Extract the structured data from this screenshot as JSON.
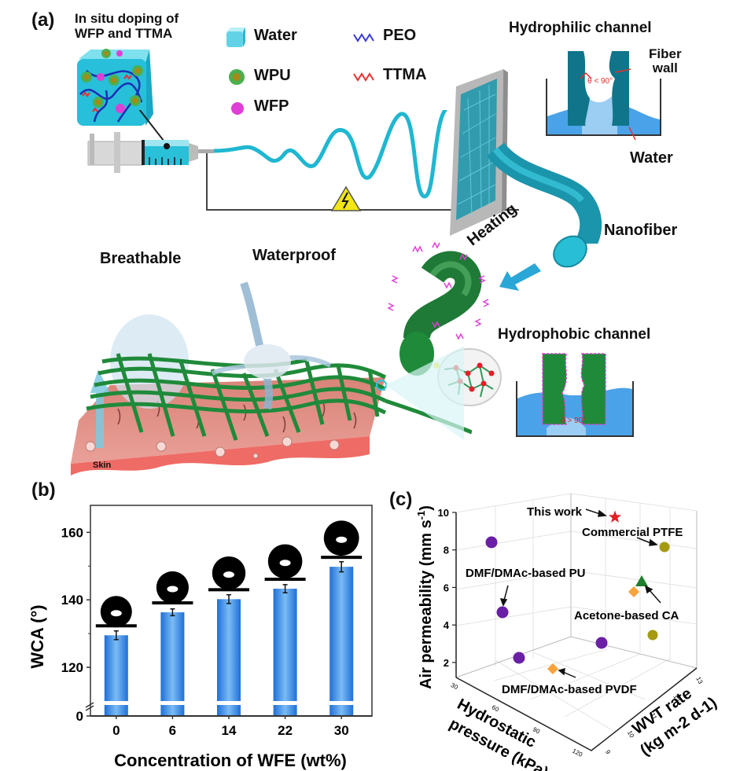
{
  "panel_a": {
    "label": "(a)",
    "doping_title_line1": "In situ doping of",
    "doping_title_line2": "WFP and TTMA",
    "legend": [
      {
        "name": "Water",
        "symbol": "cube",
        "color": "#5fd0e3"
      },
      {
        "name": "WPU",
        "symbol": "dot",
        "color": "#4caf50"
      },
      {
        "name": "WFP",
        "symbol": "dot",
        "color": "#e03fd6"
      },
      {
        "name": "PEO",
        "symbol": "wave",
        "color": "#3a3ad6"
      },
      {
        "name": "TTMA",
        "symbol": "wave",
        "color": "#e83030"
      }
    ],
    "hydrophilic_title": "Hydrophilic channel",
    "fiber_wall_line1": "Fiber",
    "fiber_wall_line2": "wall",
    "hydrophilic_angle": "θ < 90°",
    "water_label": "Water",
    "nanofiber_label": "Nanofiber",
    "heating_label": "Heating",
    "breathable_label": "Breathable",
    "waterproof_label": "Waterproof",
    "hydrophobic_title": "Hydrophobic channel",
    "hydrophobic_angle": "θ > 90°",
    "skin_label": "Skin",
    "colors": {
      "cyan": "#1fb7d1",
      "fiber_green": "#1f8a3a",
      "skin": "#e98f86",
      "skin_dark": "#ef6b66",
      "water_blue": "#4aa3e8",
      "teal_wall": "#10758a",
      "magenta": "#e03fd6"
    }
  },
  "chart_data": [
    {
      "type": "bar",
      "panel_label": "(b)",
      "title": "",
      "xlabel": "Concentration of WFE (wt%)",
      "ylabel": "WCA (°)",
      "categories": [
        "0",
        "6",
        "14",
        "22",
        "30"
      ],
      "values": [
        129.5,
        136.3,
        140.2,
        143.3,
        149.8
      ],
      "errors": [
        1.3,
        1.0,
        1.3,
        1.2,
        1.5
      ],
      "ylim": [
        0,
        168
      ],
      "axis_break": [
        5,
        110
      ],
      "yticks": [
        0,
        120,
        140,
        160
      ],
      "grid": false,
      "bar_color": "#3d8fe6",
      "annotations": "water droplet contact-angle images above each bar"
    },
    {
      "type": "scatter",
      "panel_label": "(c)",
      "projection": "3d",
      "title": "",
      "xlabel": "Hydrostatic pressure (kPa)",
      "ylabel": "WVT rate (kg m-2 d-1)",
      "zlabel": "Air permeability (mm s-1)",
      "zlabel_display": "Air permeability (mm s",
      "zlabel_sup": "-1",
      "ylabel_line1": "WVT rate",
      "ylabel_line2": "(kg m-2 d-1)",
      "xlabel_line1": "Hydrostatic",
      "xlabel_line2": "pressure (kPa)",
      "xticks": [
        "30",
        "60",
        "90",
        "120"
      ],
      "yticks": [
        "9",
        "10",
        "11",
        "12",
        "13"
      ],
      "zticks": [
        "2",
        "4",
        "6",
        "8",
        "10"
      ],
      "xlim": [
        30,
        130
      ],
      "ylim": [
        9,
        13
      ],
      "zlim": [
        1.2,
        10
      ],
      "grid": true,
      "points": [
        {
          "label": "This work",
          "marker": "star",
          "color": "#e41e26",
          "z": 9.8
        },
        {
          "label": "Commercial PTFE",
          "marker": "circle",
          "color": "#a39a12",
          "z": 8.3
        },
        {
          "label": "",
          "marker": "circle",
          "color": "#a39a12",
          "z": 3.5
        },
        {
          "label": "Acetone-based CA",
          "marker": "triangle",
          "color": "#1e7e2e",
          "z": 6.4
        },
        {
          "label": "",
          "marker": "diamond",
          "color": "#f7a23a",
          "z": 5.9
        },
        {
          "label": "DMF/DMAc-based PVDF",
          "marker": "diamond",
          "color": "#f7a23a",
          "z": 1.6
        },
        {
          "label": "",
          "marker": "circle",
          "color": "#6a1fa6",
          "z": 8.5
        },
        {
          "label": "DMF/DMAc-based PU",
          "marker": "circle",
          "color": "#6a1fa6",
          "z": 4.8
        },
        {
          "label": "",
          "marker": "circle",
          "color": "#6a1fa6",
          "z": 2.2
        },
        {
          "label": "",
          "marker": "circle",
          "color": "#6a1fa6",
          "z": 3.0
        }
      ],
      "annotations": [
        "This work",
        "Commercial PTFE",
        "DMF/DMAc-based PU",
        "Acetone-based CA",
        "DMF/DMAc-based PVDF"
      ]
    }
  ]
}
